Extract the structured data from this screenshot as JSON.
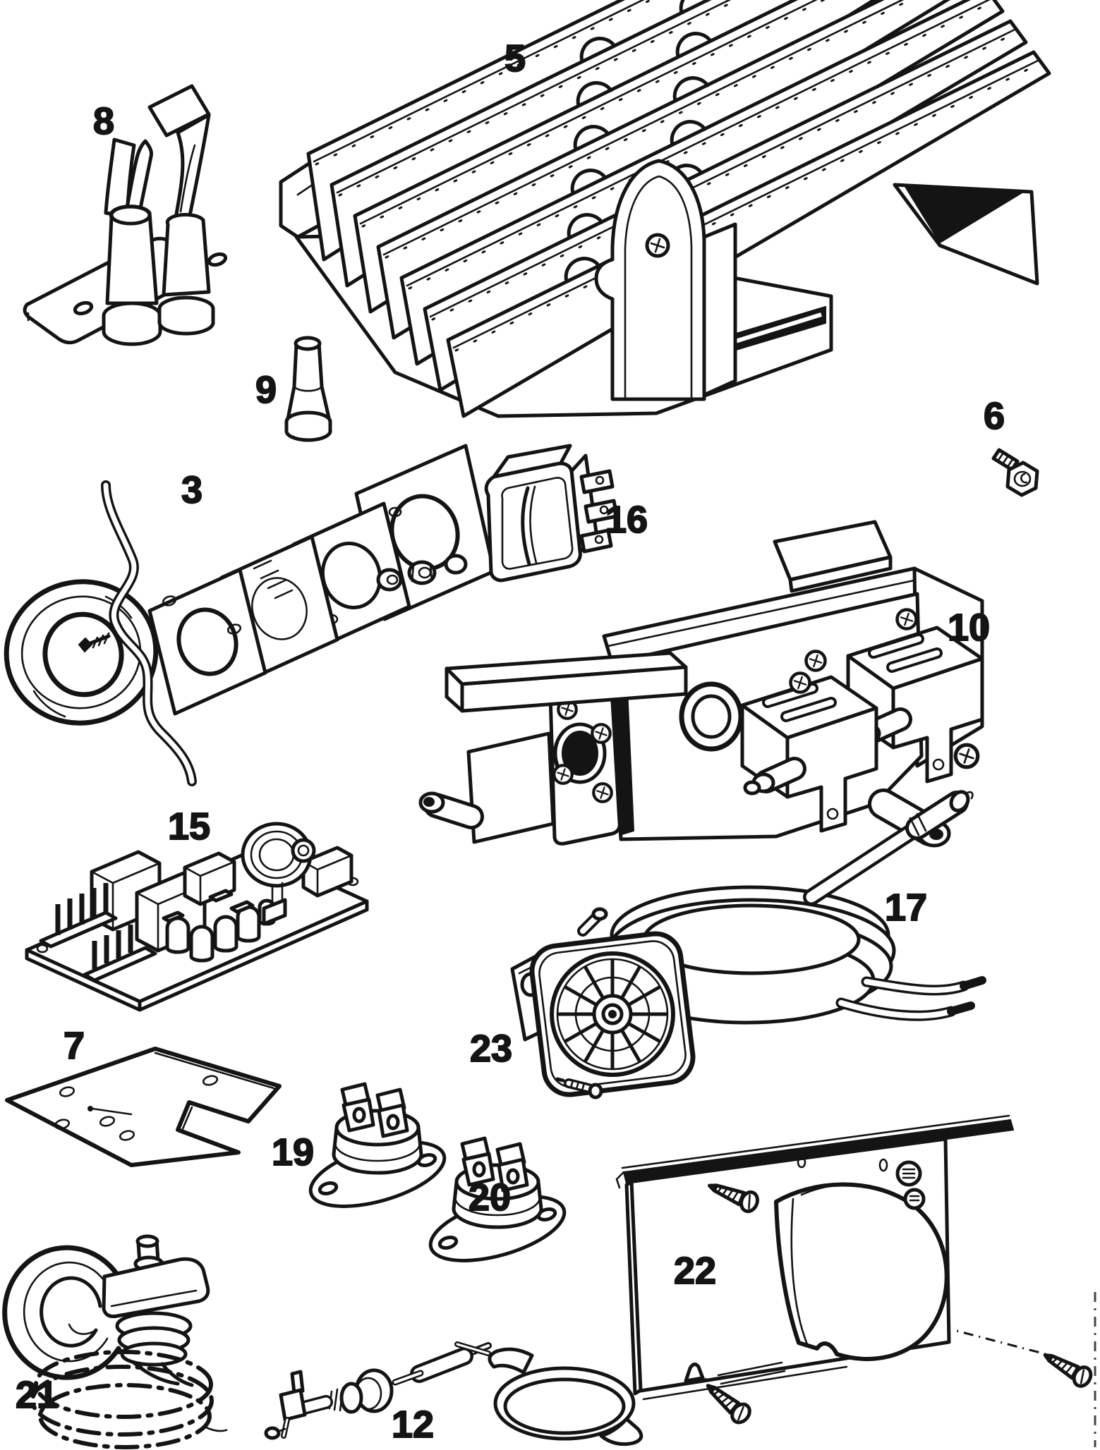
{
  "figure": {
    "kind": "exploded-parts-diagram",
    "description": "Black-and-white exploded spare-parts line drawing of a gas heater burner and control assembly",
    "ink_color": "#141414",
    "paper_color": "#ffffff"
  },
  "parts": [
    {
      "number": "3",
      "name": "sight-glass-gasket-stack"
    },
    {
      "number": "5",
      "name": "finned-burner-assembly"
    },
    {
      "number": "6",
      "name": "injector-bolt"
    },
    {
      "number": "7",
      "name": "notched-mounting-plate"
    },
    {
      "number": "8",
      "name": "ignition-electrode-assembly"
    },
    {
      "number": "9",
      "name": "push-button-cap"
    },
    {
      "number": "10",
      "name": "gas-valve-with-solenoids"
    },
    {
      "number": "12",
      "name": "thermocouple-probe"
    },
    {
      "number": "15",
      "name": "control-circuit-board"
    },
    {
      "number": "16",
      "name": "rocker-switch"
    },
    {
      "number": "17",
      "name": "ignition-cable-coil"
    },
    {
      "number": "19",
      "name": "limit-thermostat"
    },
    {
      "number": "20",
      "name": "limit-thermostat"
    },
    {
      "number": "21",
      "name": "capillary-thermostat-sensor"
    },
    {
      "number": "22",
      "name": "fan-cover-panel"
    },
    {
      "number": "23",
      "name": "air-pressure-switch"
    }
  ]
}
